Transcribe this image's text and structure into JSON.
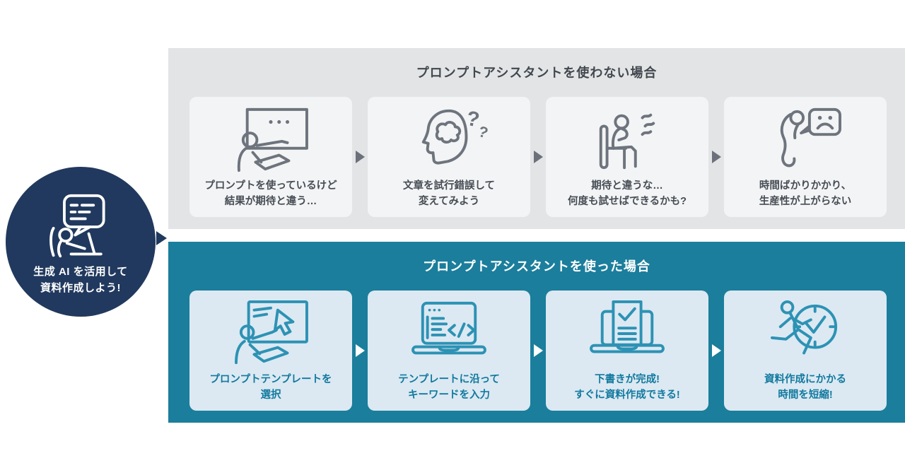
{
  "intro": {
    "icon": "chat-person-icon",
    "label": "生成 AI を活用して\n資料作成しよう!"
  },
  "without": {
    "title": "プロンプトアシスタントを使わない場合",
    "steps": [
      {
        "icon": "presenter-monitor-icon",
        "label": "プロンプトを使っているけど\n結果が期待と違う…"
      },
      {
        "icon": "head-question-icon",
        "label": "文章を試行錯誤して\n変えてみよう"
      },
      {
        "icon": "frustrated-sitting-icon",
        "label": "期待と違うな…\n何度も試せばできるかも?"
      },
      {
        "icon": "exhausted-person-icon",
        "label": "時間ばかりかかり、\n生産性が上がらない"
      }
    ]
  },
  "with": {
    "title": "プロンプトアシスタントを使った場合",
    "steps": [
      {
        "icon": "select-template-icon",
        "label": "プロンプトテンプレートを\n選択"
      },
      {
        "icon": "laptop-code-icon",
        "label": "テンプレートに沿って\nキーワードを入力"
      },
      {
        "icon": "draft-complete-icon",
        "label": "下書きが完成!\nすぐに資料作成できる!"
      },
      {
        "icon": "time-saving-icon",
        "label": "資料作成にかかる\n時間を短縮!"
      }
    ]
  },
  "colors": {
    "navy": "#21395e",
    "teal_panel": "#1b7e9c",
    "gray_panel": "#e3e4e5",
    "card_gray": "#f3f4f5",
    "card_blue": "#dce9f2",
    "icon_gray": "#6e747d",
    "icon_teal": "#2d92b4",
    "text_dark": "#474d55",
    "text_teal": "#11799f",
    "arrow_gray": "#6a717b"
  }
}
